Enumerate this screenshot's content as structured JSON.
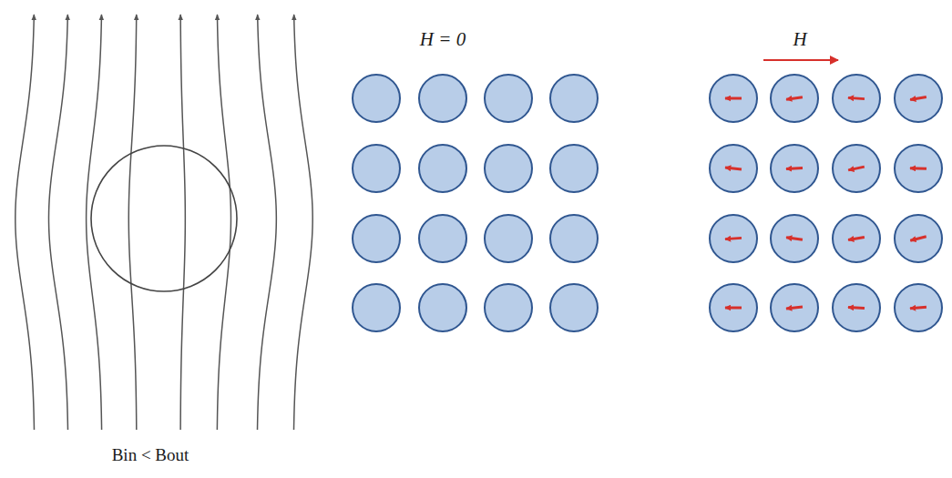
{
  "diagram": {
    "labels": [
      "H = 0",
      "H",
      "Bin < Bout"
    ]
  }
}
